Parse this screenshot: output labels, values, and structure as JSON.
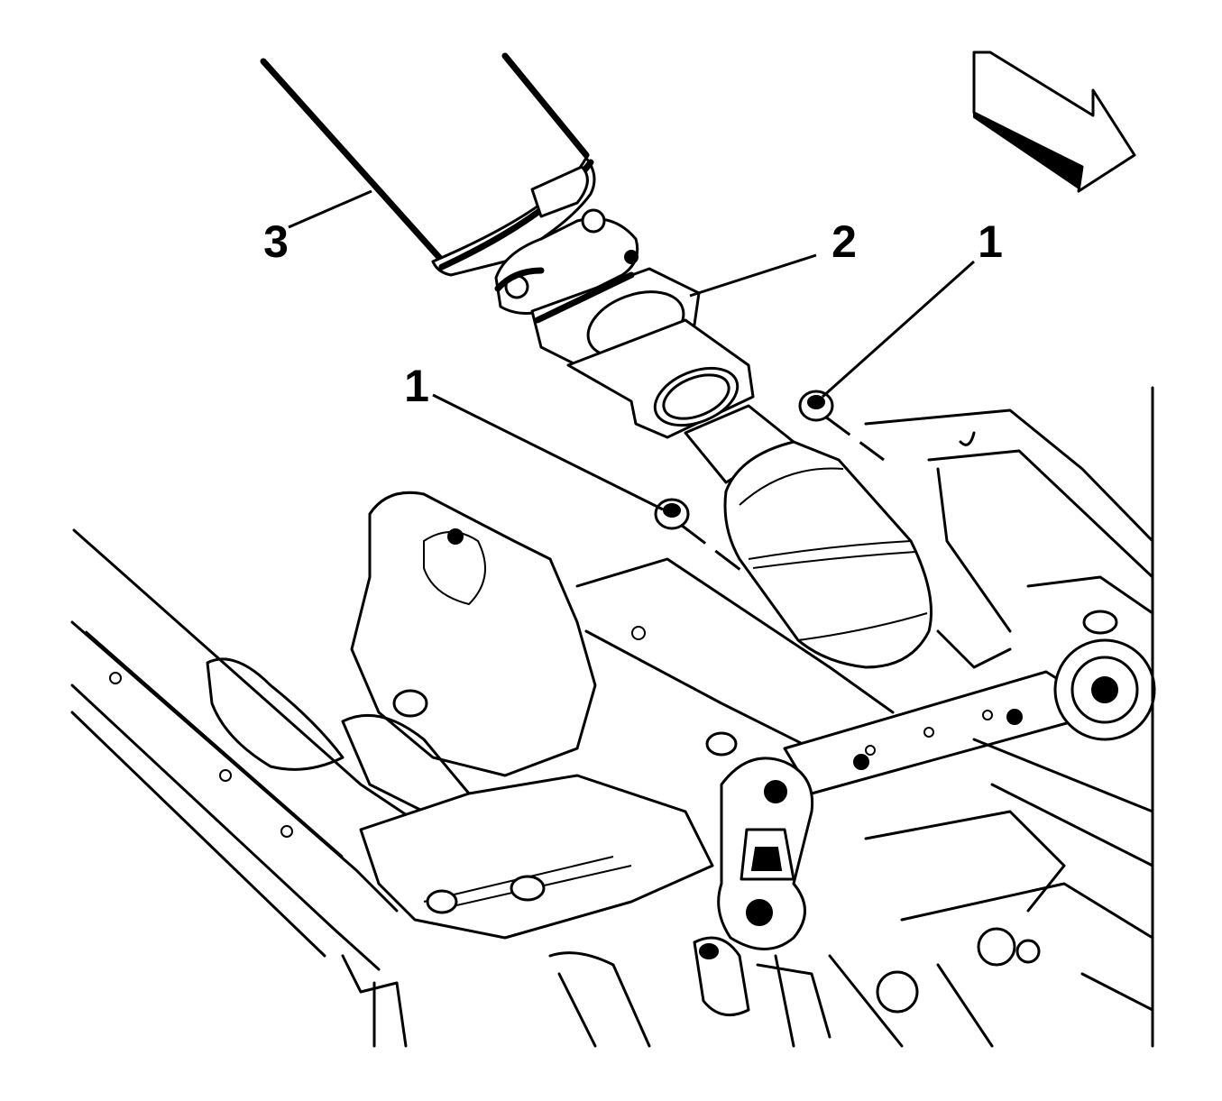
{
  "figure": {
    "callouts": [
      {
        "id": "nut-right",
        "label": "1"
      },
      {
        "id": "gasket",
        "label": "2"
      },
      {
        "id": "nut-left",
        "label": "1"
      },
      {
        "id": "exhaust-pipe",
        "label": "3"
      }
    ],
    "orientation": "forward-arrow"
  }
}
